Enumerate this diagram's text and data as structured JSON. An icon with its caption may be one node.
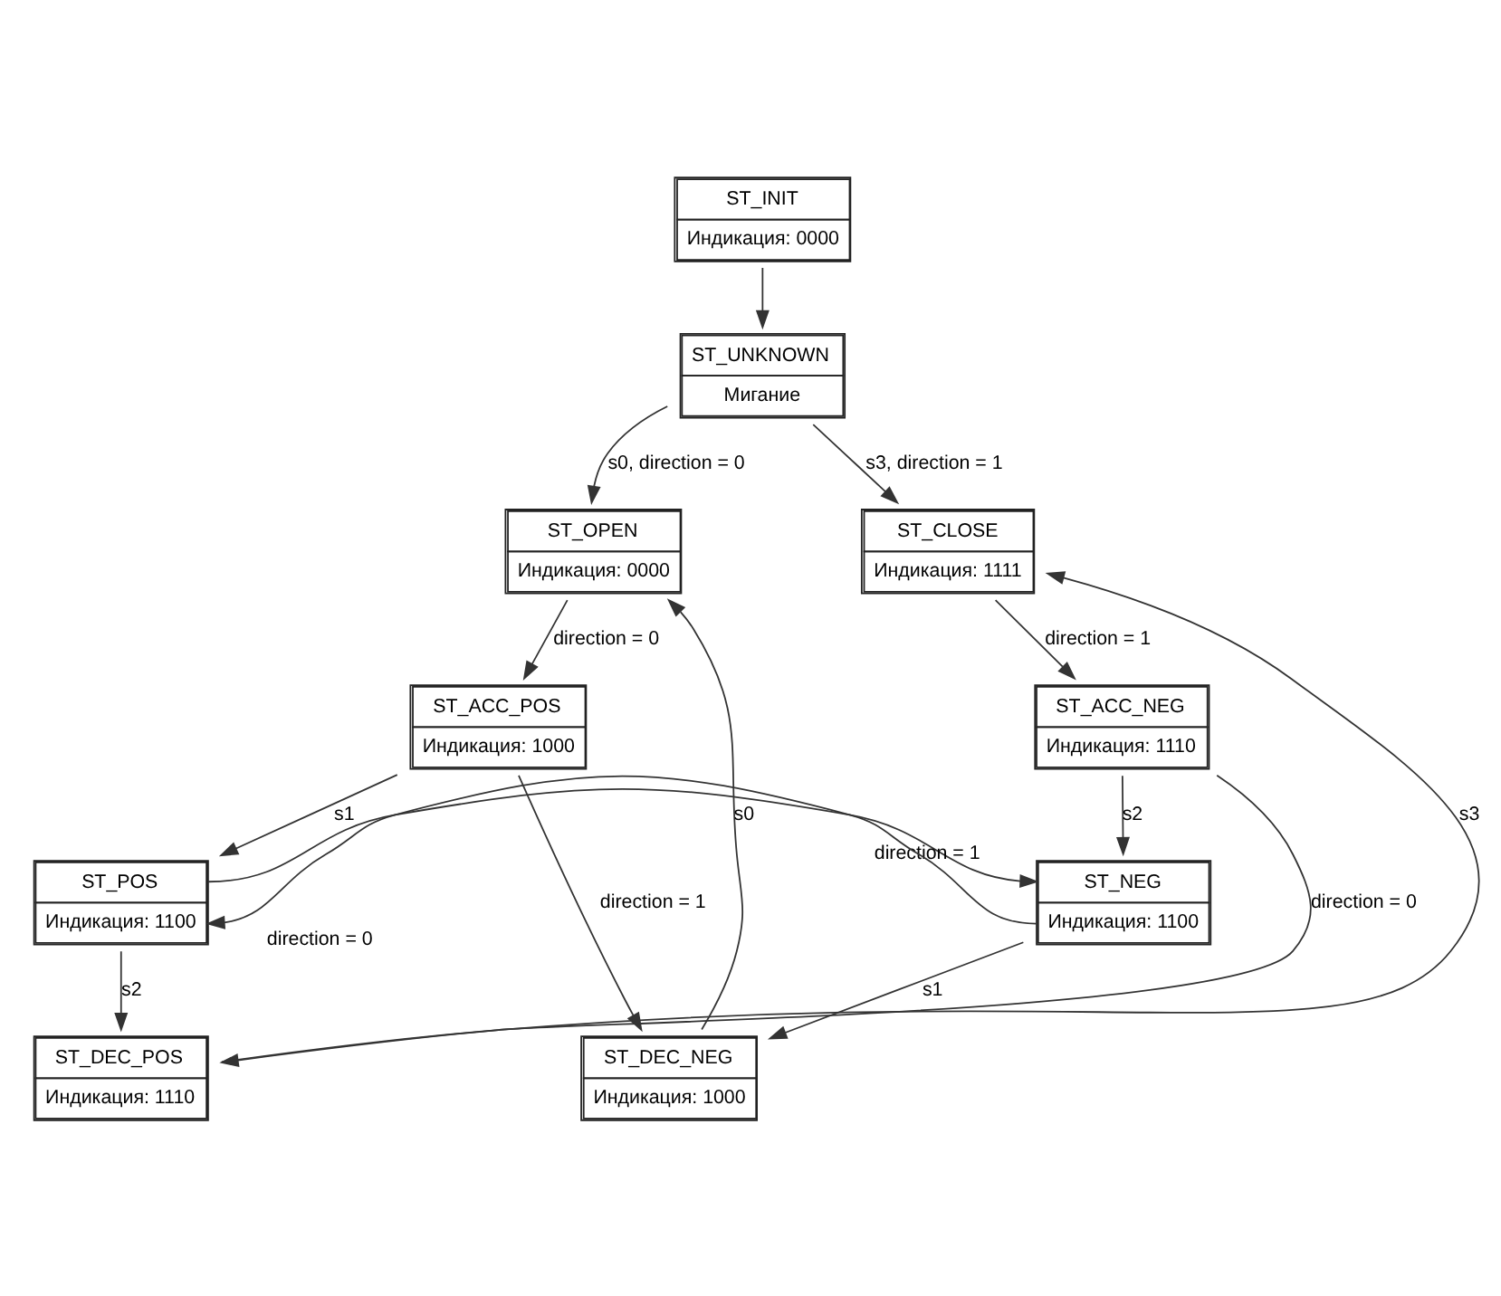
{
  "diagram": {
    "nodes": [
      {
        "text": [
          "ST_INIT",
          "Индикация: 0000"
        ]
      },
      {
        "text": [
          "ST_UNKNOWN",
          "Мигание"
        ]
      },
      {
        "text": [
          "ST_OPEN",
          "Индикация: 0000"
        ]
      },
      {
        "text": [
          "ST_CLOSE",
          "Индикация: 1111"
        ]
      },
      {
        "text": [
          "ST_ACC_POS",
          "Индикация: 1000"
        ]
      },
      {
        "text": [
          "ST_ACC_NEG",
          "Индикация: 1110"
        ]
      },
      {
        "text": [
          "ST_POS",
          "Индикация: 1100"
        ]
      },
      {
        "text": [
          "ST_NEG",
          "Индикация: 1100"
        ]
      },
      {
        "text": [
          "ST_DEC_NEG",
          "Индикация: 1000"
        ]
      },
      {
        "text": [
          "ST_DEC_POS",
          "Индикация: 1110"
        ]
      }
    ],
    "edges": [
      {
        "from": 0,
        "to": 1,
        "arrow": "to"
      },
      {
        "from": 1,
        "to": 2,
        "arrow": "to",
        "label": "s0, direction = 0"
      },
      {
        "from": 1,
        "to": 3,
        "arrow": "to",
        "label": "s3, direction = 1"
      },
      {
        "from": 2,
        "to": 4,
        "arrow": "to",
        "label": "direction = 0"
      },
      {
        "from": 3,
        "to": 5,
        "arrow": "to",
        "label": "direction = 1"
      },
      {
        "from": 4,
        "to": 6,
        "arrow": "to",
        "label": "s1"
      },
      {
        "from": 5,
        "to": 7,
        "arrow": "to",
        "label": "s2"
      },
      {
        "from": 6,
        "to": 7,
        "arrow": "to",
        "label": "direction = 1"
      },
      {
        "from": 7,
        "to": 6,
        "arrow": "to",
        "label": "direction = 0"
      },
      {
        "from": 6,
        "to": 9,
        "arrow": "to",
        "label": "s2"
      },
      {
        "from": 7,
        "to": 8,
        "arrow": "to",
        "label": "s1"
      },
      {
        "from": 8,
        "to": 2,
        "arrow": "to",
        "label": "s0"
      },
      {
        "from": 4,
        "to": 8,
        "arrow": "to",
        "label": "direction = 1"
      },
      {
        "from": 9,
        "to": 3,
        "arrow": "to",
        "label": "s3"
      },
      {
        "from": 5,
        "to": 9,
        "arrow": "to",
        "label": "direction = 0"
      }
    ]
  }
}
